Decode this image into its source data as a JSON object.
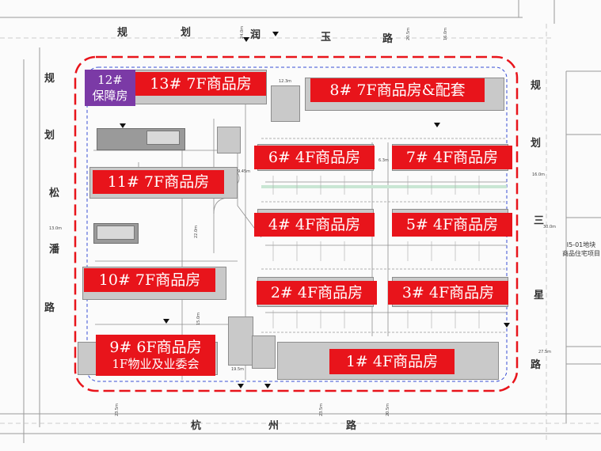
{
  "roads": {
    "north": [
      "规",
      "划",
      "润",
      "玉",
      "路"
    ],
    "west": [
      "规",
      "划",
      "松",
      "潘",
      "路"
    ],
    "east": [
      "规",
      "划",
      "三",
      "星",
      "路"
    ],
    "south": [
      "杭",
      "州",
      "路"
    ]
  },
  "buildings": {
    "b12": {
      "line1": "12#",
      "line2": "保障房"
    },
    "b13": "13#  7F商品房",
    "b8": "8#  7F商品房&配套",
    "b6": "6#  4F商品房",
    "b7": "7#  4F商品房",
    "b11": "11#  7F商品房",
    "b4": "4#  4F商品房",
    "b5": "5#  4F商品房",
    "b10": "10#  7F商品房",
    "b2": "2#  4F商品房",
    "b3": "3#  4F商品房",
    "b9": {
      "line1": "9#  6F商品房",
      "line2": "1F物业及业委会"
    },
    "b1": "1#   4F商品房"
  },
  "neighbor": {
    "line1": "I5-01地块",
    "line2": "商品住宅项目"
  },
  "dims": {
    "d1": "24.0m",
    "d2": "20.5m",
    "d3": "16.0m",
    "d4": "16.0m",
    "d5": "30.0m",
    "d6": "27.5m",
    "d7": "13.0m",
    "d8": "22.0m",
    "d9": "15.0m",
    "d10": "12.3m",
    "d11": "9.45m",
    "d12": "6.3m",
    "d13": "19.5m",
    "d14": "23.5m",
    "d15": "23.5m",
    "d16": "20.5m"
  },
  "colors": {
    "label": "#e8141b",
    "purple": "#7b3aa6",
    "boundary": "#e8141b",
    "inner": "#3a4fd6"
  }
}
